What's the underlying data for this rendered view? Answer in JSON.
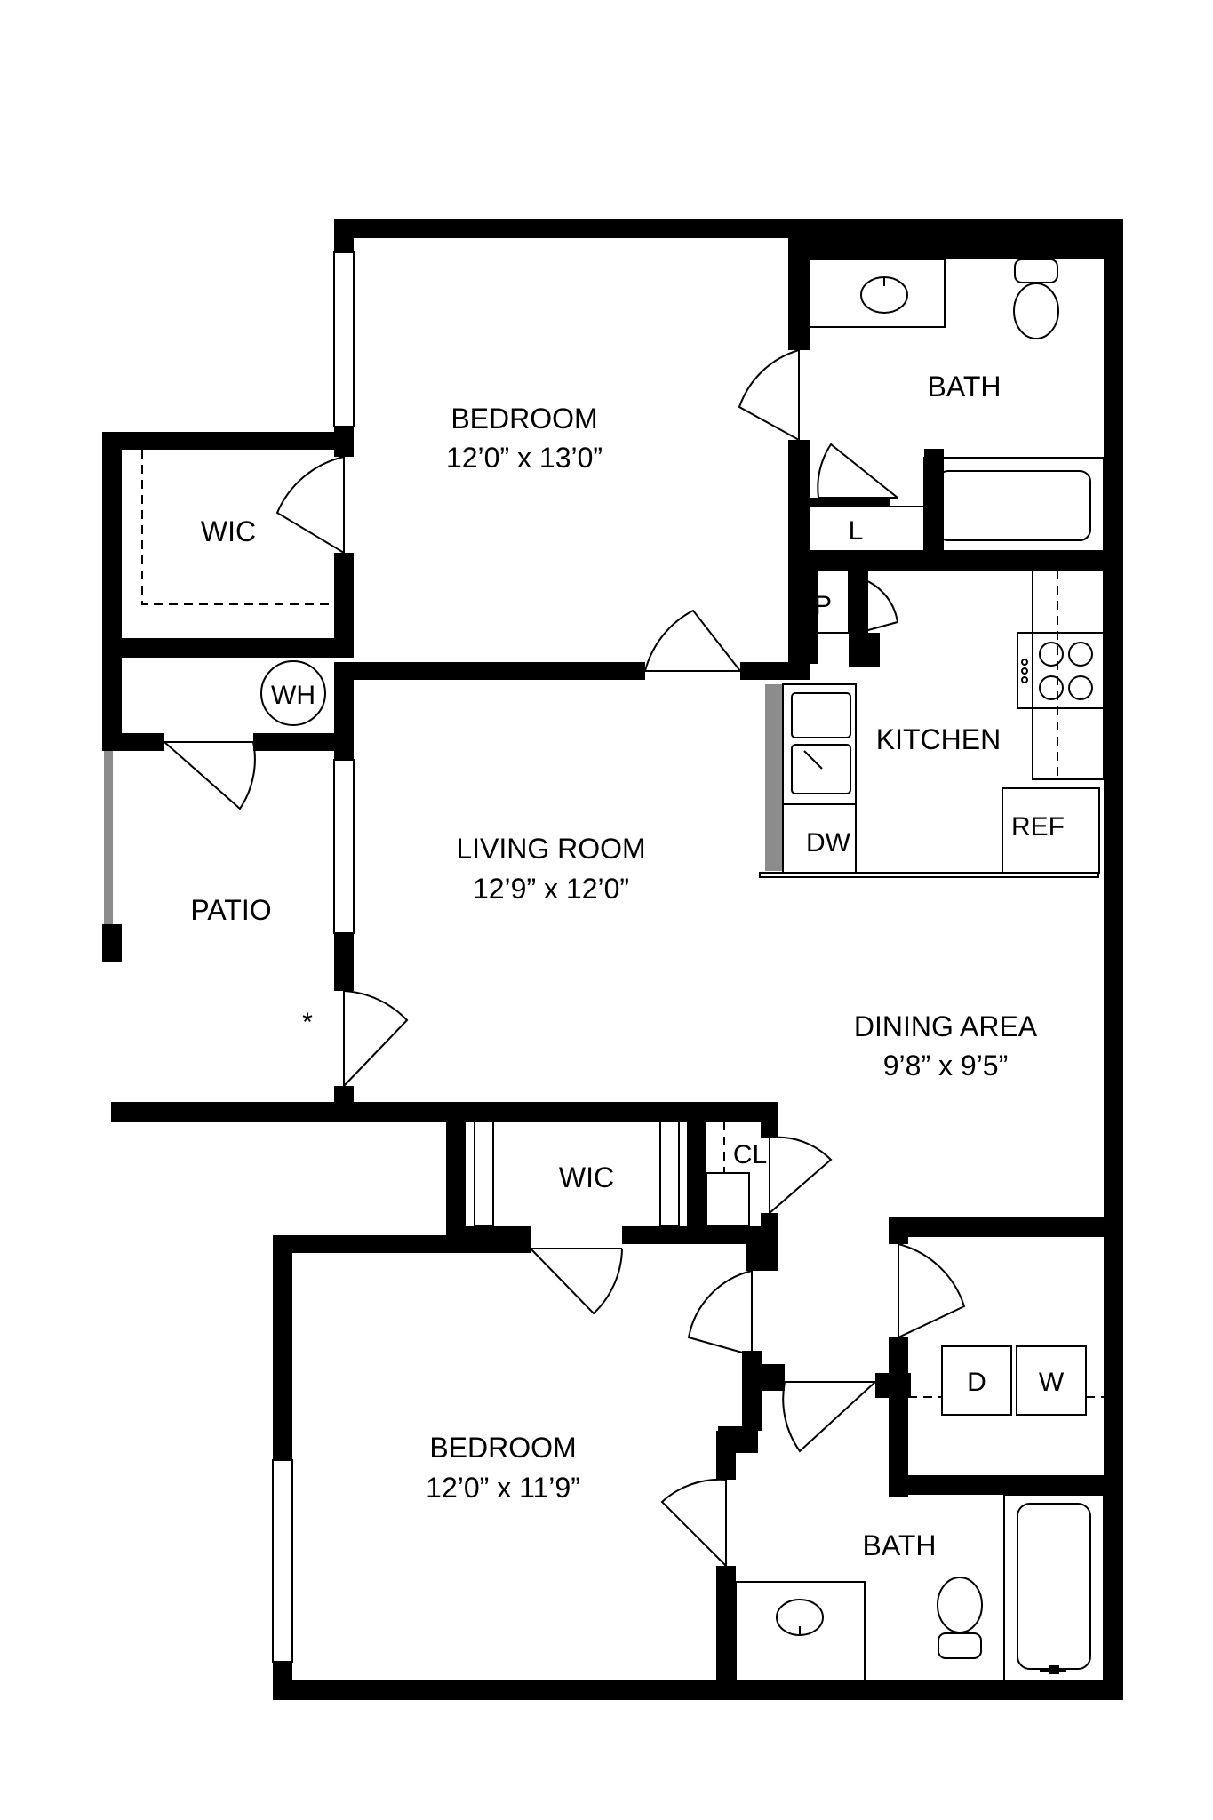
{
  "labels": {
    "bedroom1": "BEDROOM",
    "bedroom1_dim": "12’0” x 13’0”",
    "bath1": "BATH",
    "wic1": "WIC",
    "linen": "L",
    "pantry": "P",
    "water_heater": "WH",
    "kitchen": "KITCHEN",
    "dishwasher": "DW",
    "refrigerator": "REF",
    "living_room": "LIVING ROOM",
    "living_room_dim": "12’9” x 12’0”",
    "patio": "PATIO",
    "asterisk": "*",
    "dining_area": "DINING AREA",
    "dining_area_dim": "9’8” x 9’5”",
    "wic2": "WIC",
    "closet": "CL",
    "dryer": "D",
    "washer": "W",
    "bedroom2": "BEDROOM",
    "bedroom2_dim": "12’0” x 11’9”",
    "bath2": "BATH"
  },
  "colors": {
    "wall": "#000000",
    "background": "#ffffff",
    "window_gray": "#8c8c8c"
  }
}
